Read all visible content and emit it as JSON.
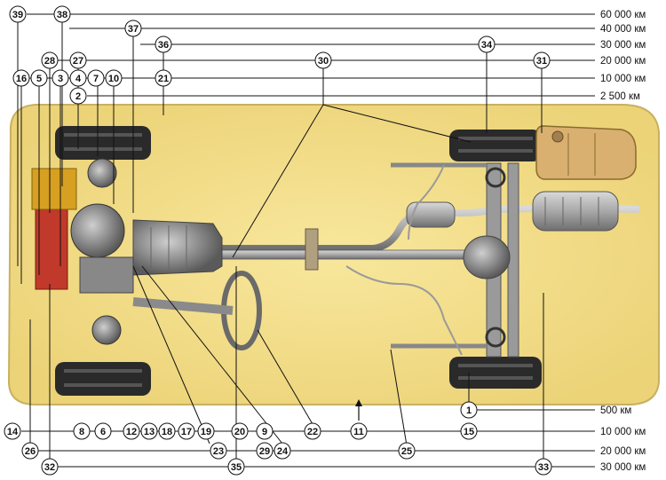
{
  "diagram": {
    "interval_labels_top": [
      "60 000 км",
      "40 000 км",
      "30 000 км",
      "20 000 км",
      "10 000 км",
      "2 500 км"
    ],
    "interval_labels_bottom": [
      "500 км",
      "10 000 км",
      "20 000 км",
      "30 000 км"
    ],
    "callouts_top": {
      "row60000": [
        "39",
        "38"
      ],
      "row40000": [
        "37"
      ],
      "row30000": [
        "36",
        "34"
      ],
      "row20000": [
        "28",
        "27",
        "30",
        "31"
      ],
      "row10000": [
        "16",
        "5",
        "3",
        "4",
        "7",
        "10",
        "21"
      ],
      "row2500": [
        "2"
      ]
    },
    "callouts_bottom": {
      "row500": [
        "1"
      ],
      "row10000": [
        "14",
        "8",
        "6",
        "12",
        "13",
        "18",
        "17",
        "19",
        "20",
        "9",
        "22",
        "11",
        "15"
      ],
      "row20000": [
        "26",
        "23",
        "29",
        "24",
        "25"
      ],
      "row30000": [
        "32",
        "35",
        "33"
      ]
    },
    "colors": {
      "body": "#f4df8a",
      "body_edge": "#c8b060",
      "metal": "#8a8a8a",
      "engine_red": "#c0392b",
      "tire": "#2a2a2a"
    }
  }
}
